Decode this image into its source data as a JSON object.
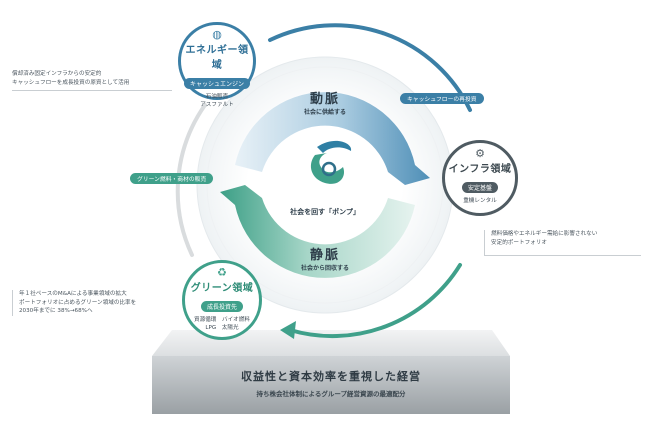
{
  "energy": {
    "title": "エネルギー領域",
    "pill": "キャッシュエンジン",
    "items": [
      "石油販売",
      "アスファルト"
    ]
  },
  "infra": {
    "title": "インフラ領域",
    "pill": "安定基盤",
    "items": [
      "重機レンタル"
    ]
  },
  "green": {
    "title": "グリーン領域",
    "pill": "成長投資先",
    "items": [
      "資源循環　バイオ燃料",
      "LPG　太陽光"
    ]
  },
  "center": {
    "artery": "動脈",
    "artery_sub": "社会に供給する",
    "vein": "静脈",
    "vein_sub": "社会から回収する",
    "core": "社会を回す「ポンプ」"
  },
  "tags": {
    "reinvest": "キャッシュフローの再投資",
    "green_fuel": "グリーン燃料・商材の販売"
  },
  "notes": {
    "top_left": [
      "償却済み固定インフラからの安定的",
      "キャッシュフローを成長投資の原資として活用"
    ],
    "right": [
      "燃料価格やエネルギー需給に影響されない",
      "安定的ポートフォリオ"
    ],
    "bottom_left": [
      "年１社ペースのM&Aによる事業領域の拡大",
      "ポートフォリオに占めるグリーン領域の比率を",
      "2030年までに 38%→68%へ"
    ]
  },
  "base": {
    "title": "収益性と資本効率を重視した経営",
    "subtitle": "持ち株会社体制によるグループ経営資源の最適配分"
  },
  "colors": {
    "blue": "#3b7fa6",
    "teal": "#3fa08a",
    "dark": "#3d4950"
  }
}
